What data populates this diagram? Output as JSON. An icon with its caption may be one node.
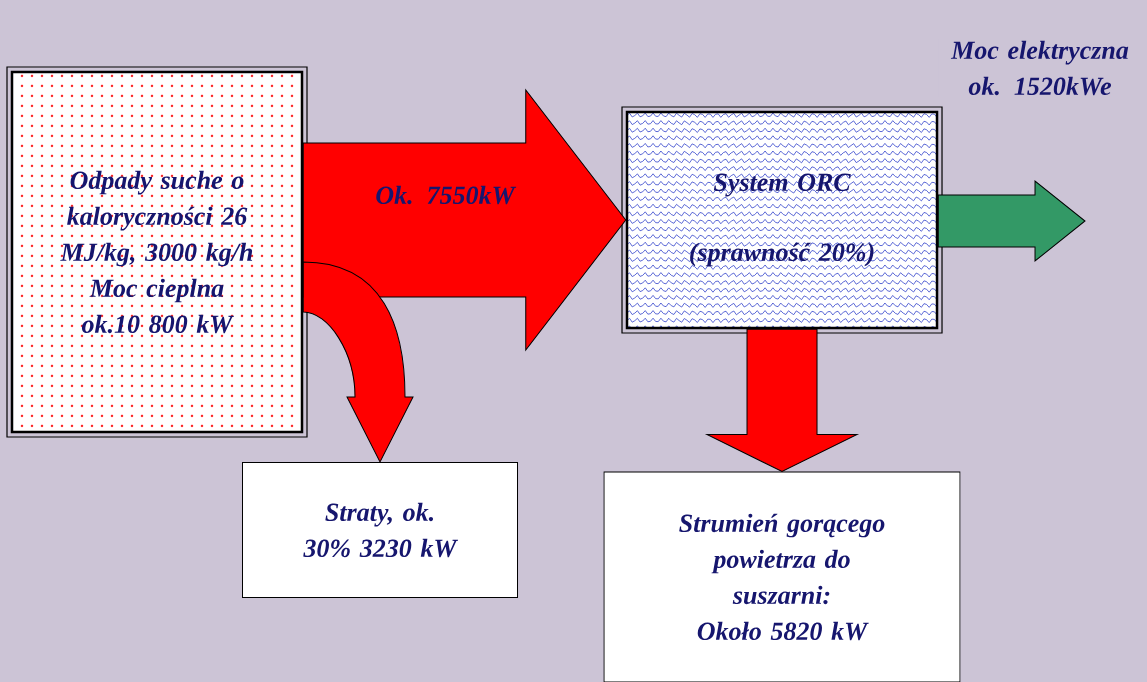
{
  "diagram": {
    "nodes": [
      {
        "text": [
          "Odpady suche o kaloryczności 26 MJ/kg, 3000 kg/h",
          "Moc cieplna ok.10 800 kW"
        ]
      },
      {
        "text": [
          "System ORC",
          "(sprawność 20%)"
        ]
      },
      {
        "text": [
          "Straty, ok. 30% 3230 kW"
        ]
      },
      {
        "text": [
          "Strumień gorącego powietrza do suszarni: Około 5820 kW"
        ]
      }
    ],
    "edges": [
      {
        "from": 0,
        "to": 1,
        "arrow": "to",
        "label": "Ok. 7550kW"
      },
      {
        "from": 0,
        "to": 2,
        "arrow": "to"
      },
      {
        "from": 1,
        "to": 3,
        "arrow": "to"
      },
      {
        "from": 1,
        "to": null,
        "arrow": "to",
        "color": "#339966",
        "label": "Moc elektryczna ok. 1520kWe"
      }
    ]
  }
}
